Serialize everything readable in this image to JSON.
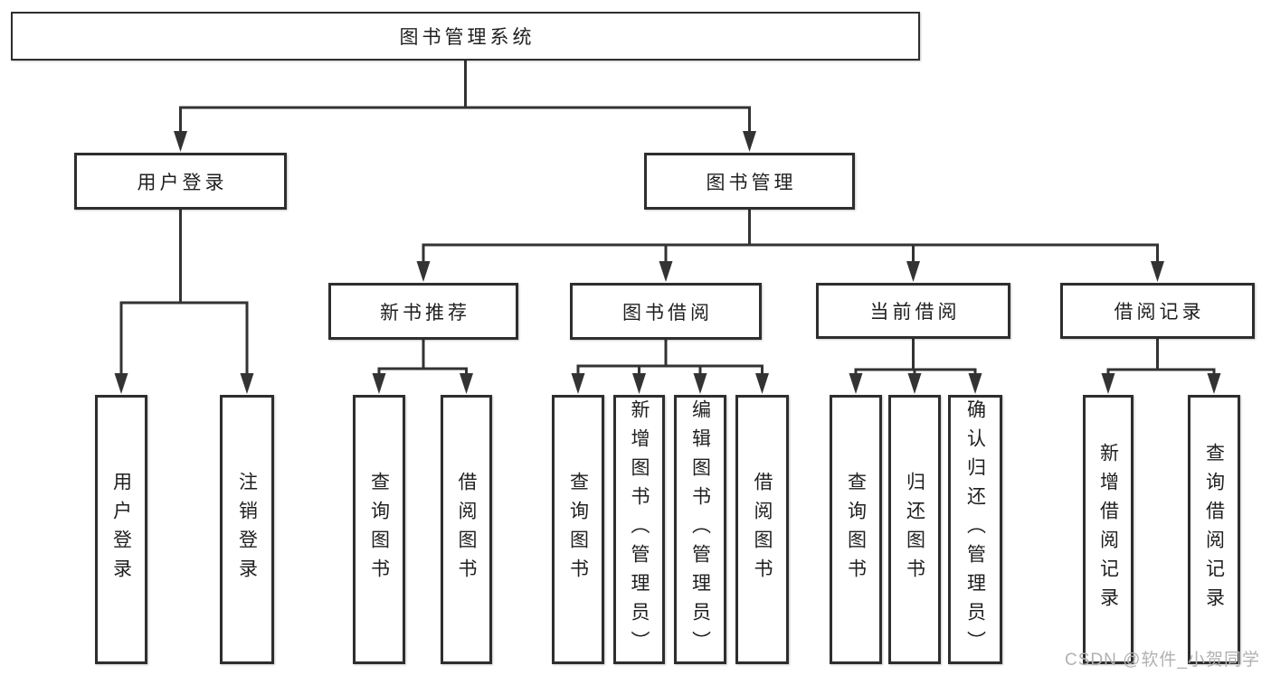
{
  "diagram": {
    "title": "图书管理系统",
    "watermark": "CSDN @软件_小贺同学",
    "colors": {
      "line": "#333333",
      "box_border": "#2e2e2e",
      "box_fill": "#ffffff",
      "text": "#1f1f1f",
      "watermark": "#b1b1b1",
      "background": "#ffffff"
    }
  },
  "nodes": {
    "root": {
      "label": "图书管理系统"
    },
    "user_login": {
      "label": "用户登录"
    },
    "book_mgmt": {
      "label": "图书管理"
    },
    "new_book_rec": {
      "label": "新书推荐"
    },
    "book_borrow": {
      "label": "图书借阅"
    },
    "current_borrow": {
      "label": "当前借阅"
    },
    "borrow_record": {
      "label": "借阅记录"
    },
    "leaf_user_login": {
      "label": "用户登录"
    },
    "leaf_logout": {
      "label": "注销登录"
    },
    "leaf_query_book_1": {
      "label": "查询图书"
    },
    "leaf_borrow_book_1": {
      "label": "借阅图书"
    },
    "leaf_query_book_2": {
      "label": "查询图书"
    },
    "leaf_add_book": {
      "label": "新增图书（管理员）"
    },
    "leaf_edit_book": {
      "label": "编辑图书（管理员）"
    },
    "leaf_borrow_book_2": {
      "label": "借阅图书"
    },
    "leaf_query_book_3": {
      "label": "查询图书"
    },
    "leaf_return_book": {
      "label": "归还图书"
    },
    "leaf_confirm_return": {
      "label": "确认归还（管理员）"
    },
    "leaf_add_record": {
      "label": "新增借阅记录"
    },
    "leaf_query_record": {
      "label": "查询借阅记录"
    }
  },
  "edges": [
    {
      "from": "root",
      "to": [
        "user_login",
        "book_mgmt"
      ]
    },
    {
      "from": "user_login",
      "to": [
        "leaf_user_login",
        "leaf_logout"
      ]
    },
    {
      "from": "book_mgmt",
      "to": [
        "new_book_rec",
        "book_borrow",
        "current_borrow",
        "borrow_record"
      ]
    },
    {
      "from": "new_book_rec",
      "to": [
        "leaf_query_book_1",
        "leaf_borrow_book_1"
      ]
    },
    {
      "from": "book_borrow",
      "to": [
        "leaf_query_book_2",
        "leaf_add_book",
        "leaf_edit_book",
        "leaf_borrow_book_2"
      ]
    },
    {
      "from": "current_borrow",
      "to": [
        "leaf_query_book_3",
        "leaf_return_book",
        "leaf_confirm_return"
      ]
    },
    {
      "from": "borrow_record",
      "to": [
        "leaf_add_record",
        "leaf_query_record"
      ]
    }
  ]
}
